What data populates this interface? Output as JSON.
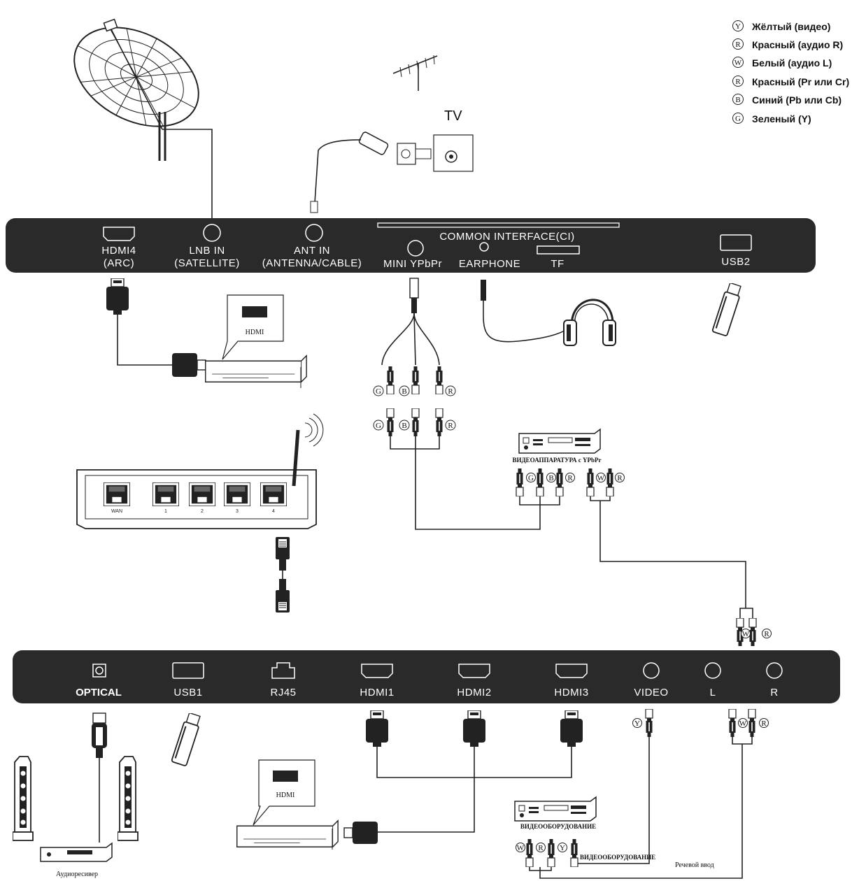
{
  "legend": [
    {
      "code": "Y",
      "label": "Жёлтый (видео)"
    },
    {
      "code": "R",
      "label": "Красный (аудио R)"
    },
    {
      "code": "W",
      "label": "Белый (аудио L)"
    },
    {
      "code": "R",
      "label": "Красный (Pr или Cr)"
    },
    {
      "code": "B",
      "label": "Синий (Pb или Cb)"
    },
    {
      "code": "G",
      "label": "Зеленый (Y)"
    }
  ],
  "tv_antenna_label": "TV",
  "top_panel": {
    "hdmi4": "HDMI4",
    "hdmi4_sub": "(ARC)",
    "lnb": "LNB IN",
    "lnb_sub": "(SATELLITE)",
    "ant": "ANT IN",
    "ant_sub": "(ANTENNA/CABLE)",
    "ci": "COMMON INTERFACE(CI)",
    "mini_ypbpr": "MINI YPbPr",
    "earphone": "EARPHONE",
    "tf": "TF",
    "usb2": "USB2"
  },
  "bottom_panel": {
    "optical": "OPTICAL",
    "usb1": "USB1",
    "rj45": "RJ45",
    "hdmi1": "HDMI1",
    "hdmi2": "HDMI2",
    "hdmi3": "HDMI3",
    "video": "VIDEO",
    "l": "L",
    "r": "R"
  },
  "hdmi_box_label": "HDMI",
  "router_ports": [
    "WAN",
    "1",
    "2",
    "3",
    "4"
  ],
  "ypbpr_device_label": "ВИДЕОАППАРАТУРА с YPbPr",
  "video_equipment_label": "ВИДЕООБОРУДОВАНИЕ",
  "video_equipment_label2": "ВИДЕООБОРУДОВАНИЕ",
  "audio_input_label": "Речевой ввод",
  "audio_receiver_label": "Аудиоресивер",
  "plug_letters": {
    "g": "G",
    "b": "B",
    "r": "R",
    "y": "Y",
    "w": "W"
  }
}
